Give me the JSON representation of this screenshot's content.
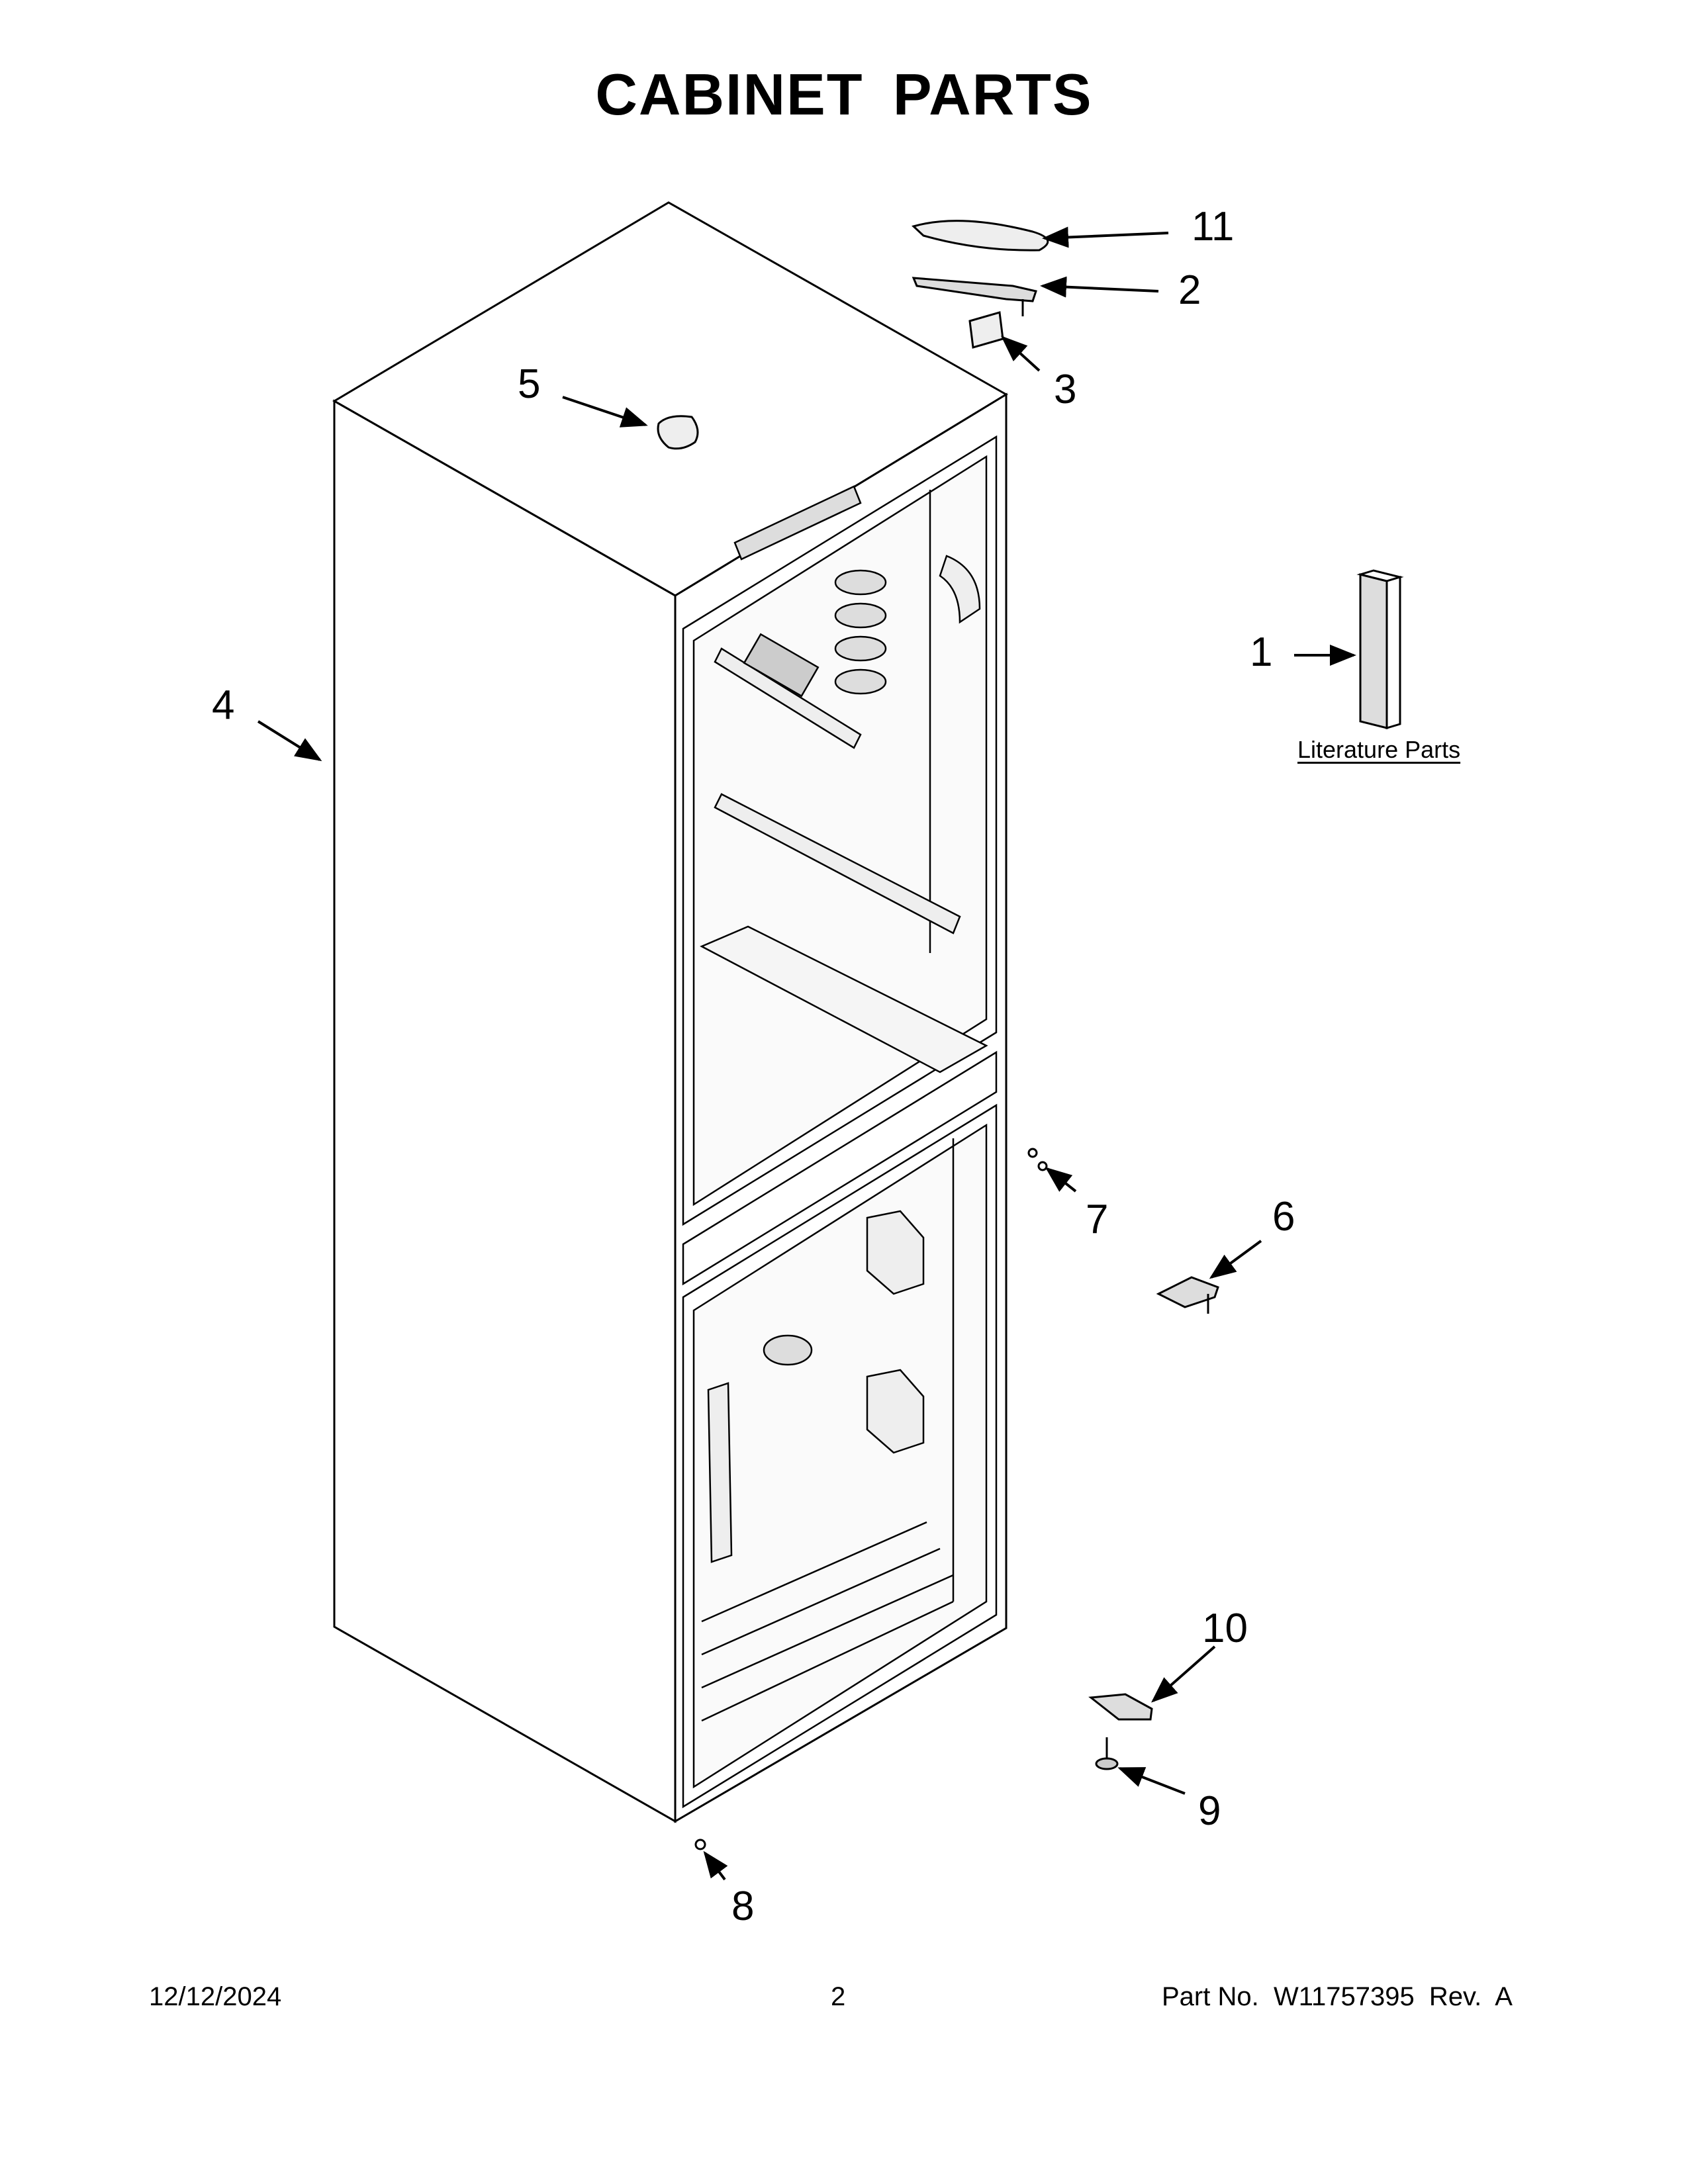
{
  "page": {
    "title": "CABINET PARTS"
  },
  "callouts": {
    "c1": "1",
    "c2": "2",
    "c3": "3",
    "c4": "4",
    "c5": "5",
    "c6": "6",
    "c7": "7",
    "c8": "8",
    "c9": "9",
    "c10": "10",
    "c11": "11"
  },
  "literature": {
    "label": "Literature Parts"
  },
  "footer": {
    "date": "12/12/2024",
    "page_number": "2",
    "part_info": "Part No.  W11757395  Rev.  A"
  },
  "colors": {
    "line": "#000000",
    "fill": "#ffffff",
    "shade": "#e6e6e6"
  }
}
